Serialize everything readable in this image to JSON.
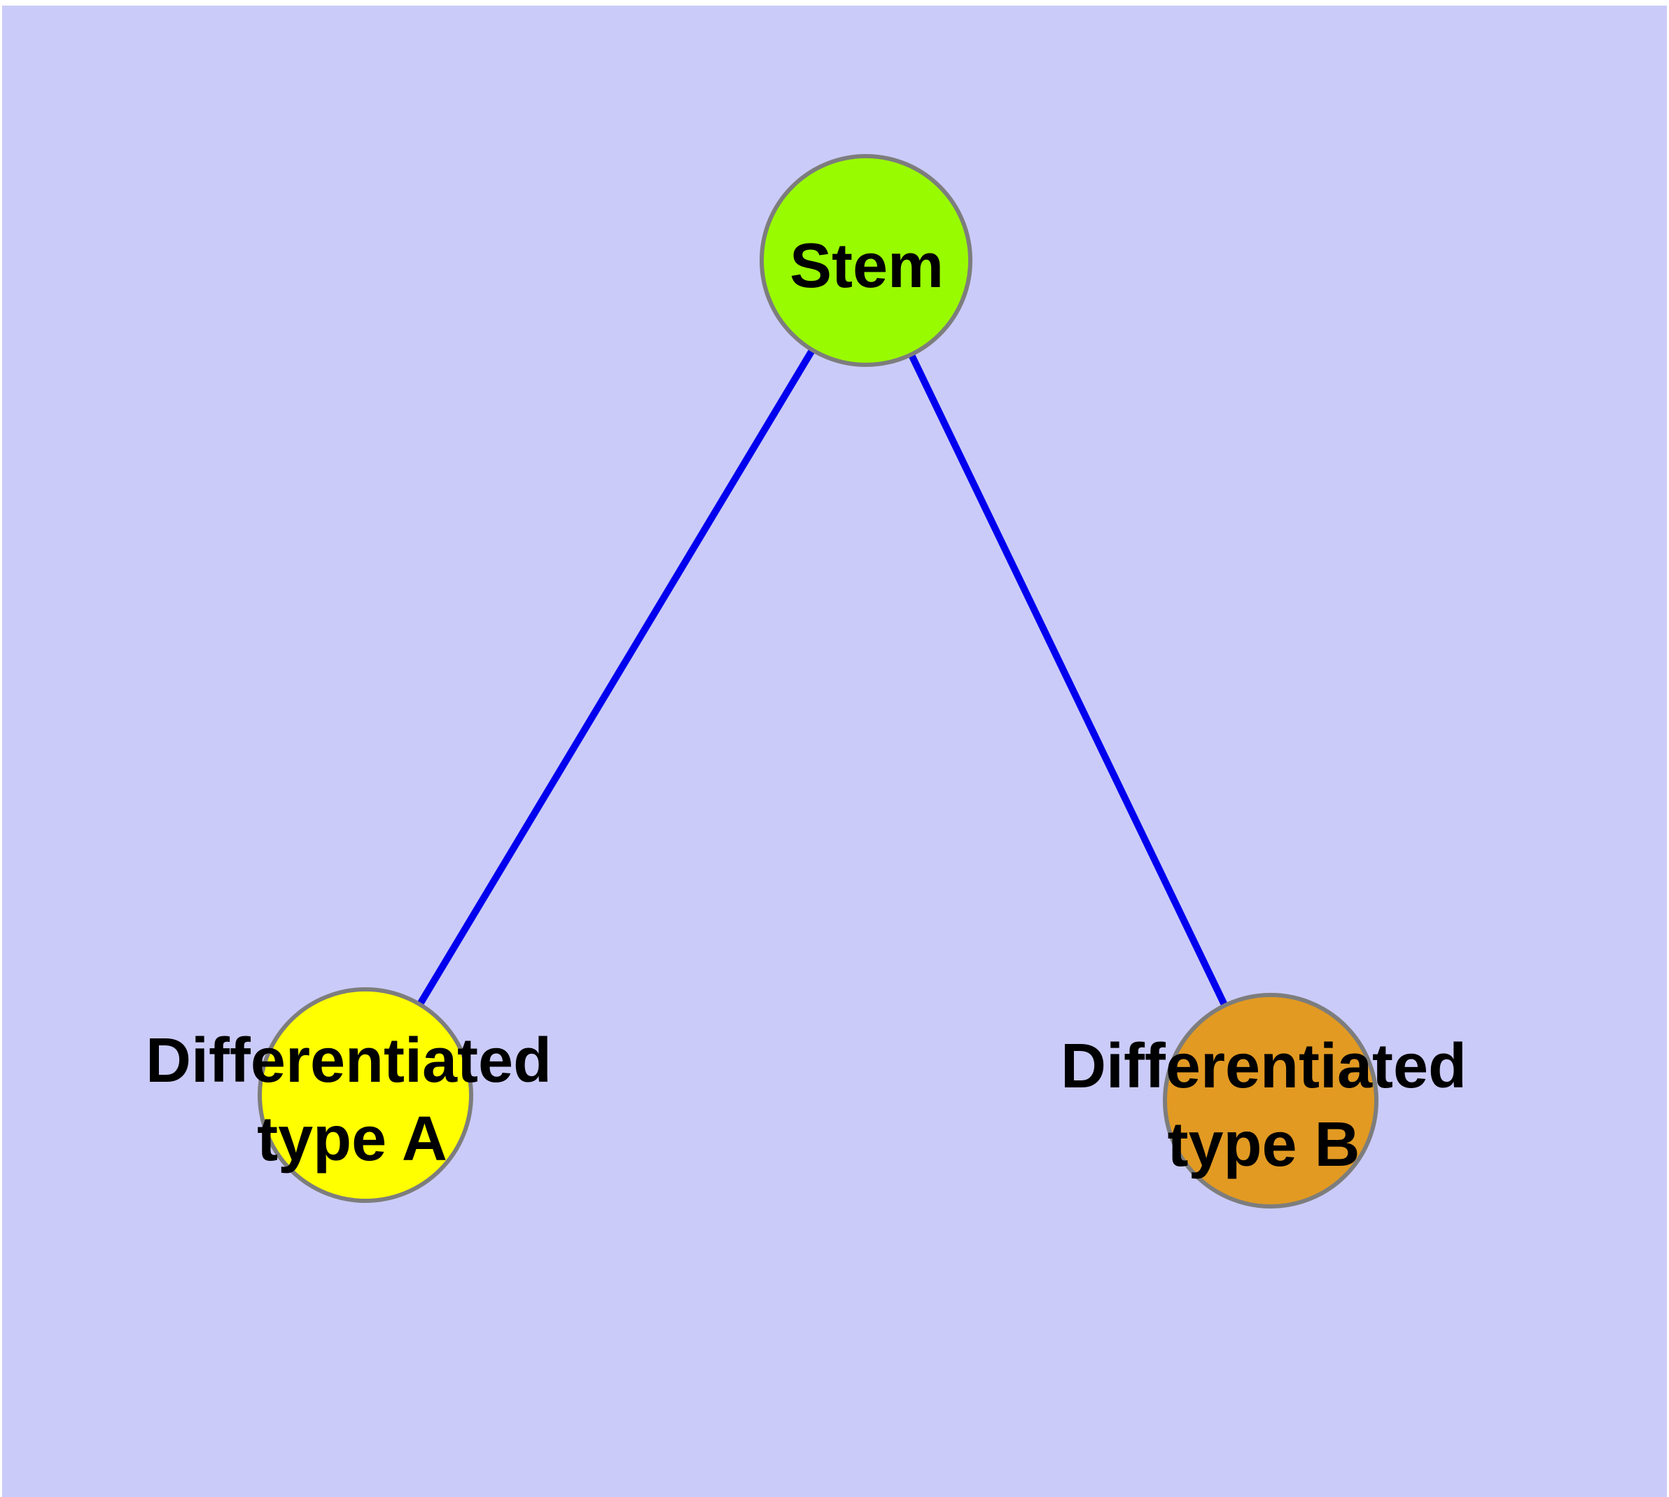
{
  "diagram": {
    "description": "Stem cell differentiation graph",
    "canvas": {
      "background_color": "#CBCBF9",
      "margin_color": "#FFFFFF"
    },
    "style": {
      "edge_color": "#0000EE",
      "node_border_color": "#7D7D7D",
      "label_color": "#000000"
    },
    "nodes": {
      "stem": {
        "label": "Stem",
        "fill": "#99FB00"
      },
      "type_a": {
        "label_line1": "Differentiated",
        "label_line2": "type A",
        "fill": "#FFFF00"
      },
      "type_b": {
        "label_line1": "Differentiated",
        "label_line2": "type B",
        "fill": "#E29A22"
      }
    },
    "edges": [
      {
        "from": "Stem",
        "to": "Differentiated type A"
      },
      {
        "from": "Stem",
        "to": "Differentiated type B"
      }
    ]
  }
}
